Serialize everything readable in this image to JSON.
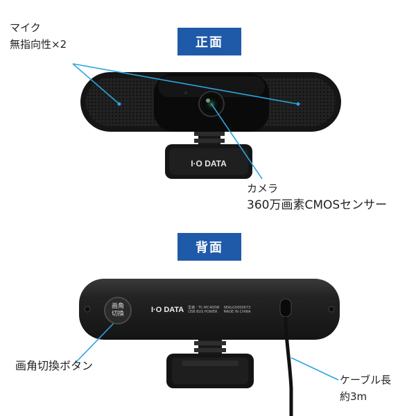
{
  "sections": {
    "front_label": "正面",
    "back_label": "背面"
  },
  "callouts": {
    "mic_line1": "マイク",
    "mic_line2": "無指向性×2",
    "camera_line1": "カメラ",
    "camera_line2": "360万画素CMOSセンサー",
    "button_label": "画角切換ボタン",
    "cable_line1": "ケーブル長",
    "cable_line2": "約3m"
  },
  "device": {
    "brand_front": "I·O DATA",
    "brand_back": "I·O DATA",
    "button_text_top": "画角",
    "button_text_bottom": "切換",
    "model_label": "型番 : TC-MC400W",
    "power_label": "USB BUS POWER",
    "serial_label": "SEALG0000673",
    "origin_label": "MADE IN CHINA"
  },
  "colors": {
    "badge": "#1f5aa8",
    "callout_line": "#2aa6e0",
    "device_body": "#1c1c1c"
  }
}
